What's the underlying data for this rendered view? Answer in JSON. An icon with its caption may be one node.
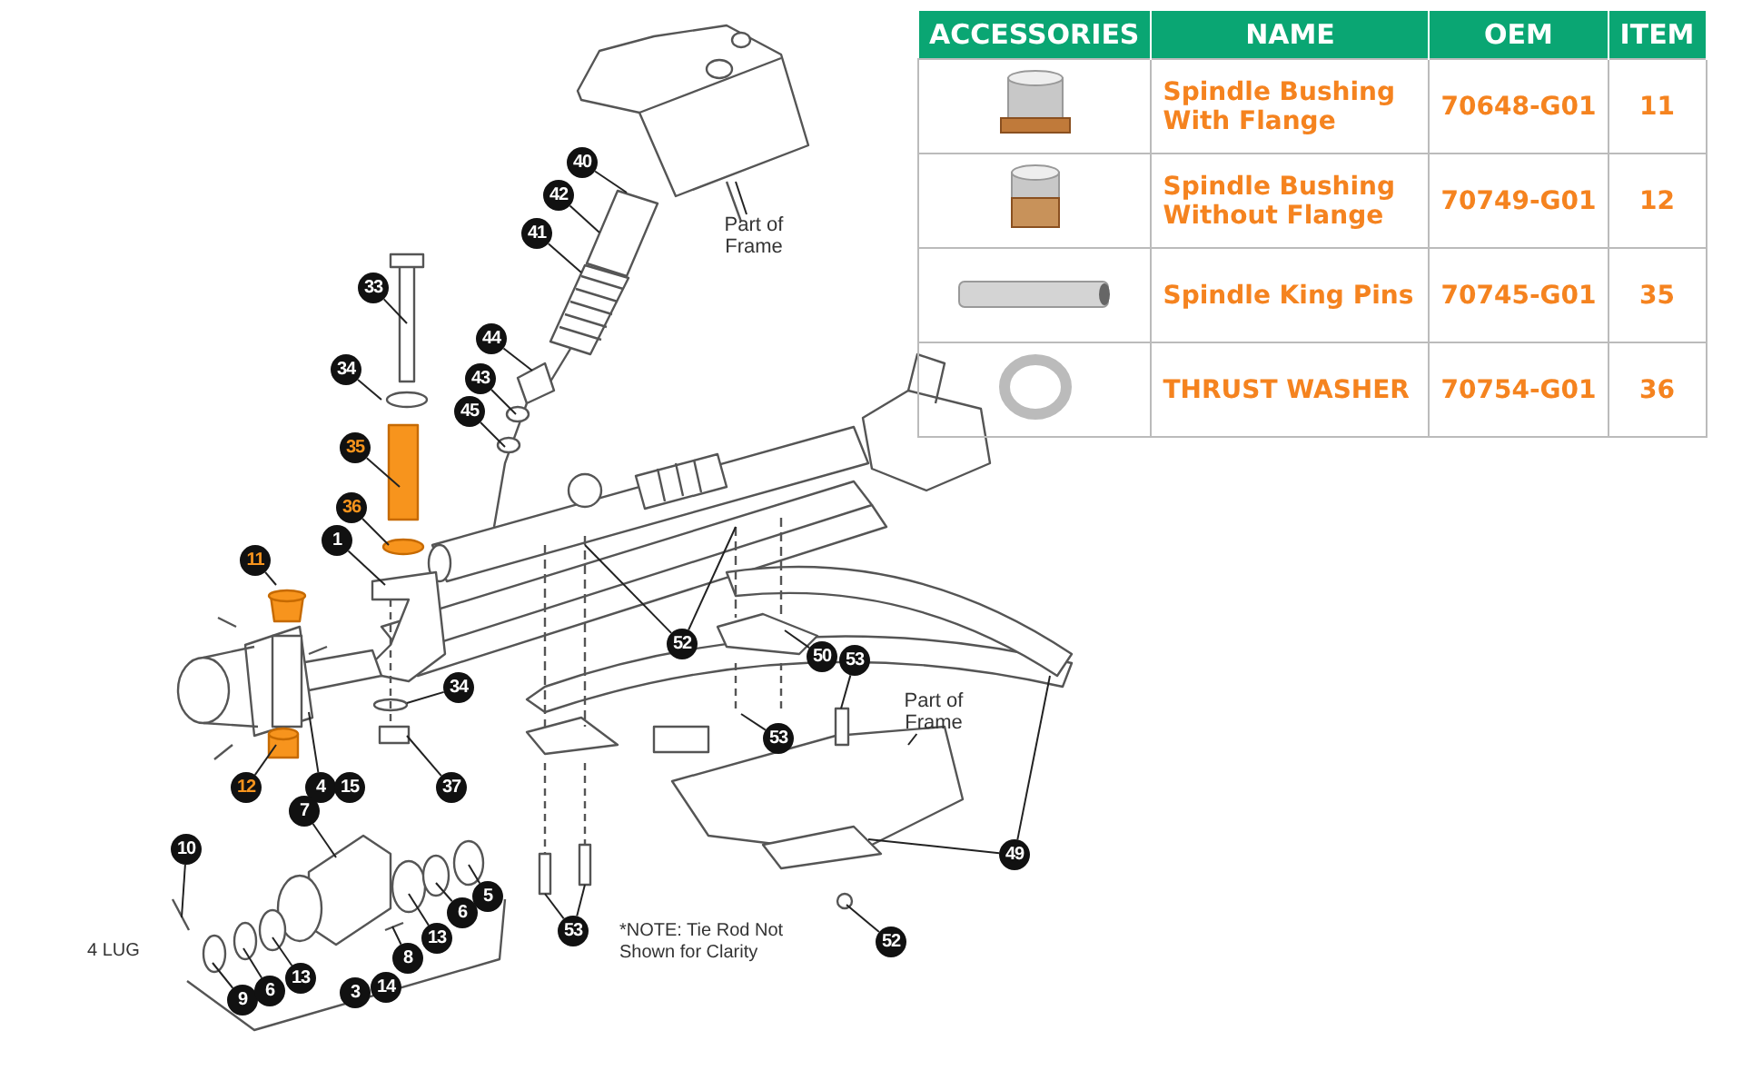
{
  "diagram": {
    "nodes": [
      {
        "text": [
          "40"
        ]
      },
      {
        "text": [
          "42"
        ]
      },
      {
        "text": [
          "41"
        ]
      },
      {
        "text": [
          "Part of Frame"
        ]
      },
      {
        "text": [
          "33"
        ]
      },
      {
        "text": [
          "34"
        ]
      },
      {
        "text": [
          "44"
        ]
      },
      {
        "text": [
          "43"
        ]
      },
      {
        "text": [
          "45"
        ]
      },
      {
        "text": [
          "35"
        ]
      },
      {
        "text": [
          "36"
        ]
      },
      {
        "text": [
          "1"
        ]
      },
      {
        "text": [
          "11"
        ]
      },
      {
        "text": [
          "52"
        ]
      },
      {
        "text": [
          "50"
        ]
      },
      {
        "text": [
          "53"
        ]
      },
      {
        "text": [
          "53"
        ]
      },
      {
        "text": [
          "Part of Frame"
        ]
      },
      {
        "text": [
          "12"
        ]
      },
      {
        "text": [
          "4"
        ]
      },
      {
        "text": [
          "34"
        ]
      },
      {
        "text": [
          "37"
        ]
      },
      {
        "text": [
          "49"
        ]
      },
      {
        "text": [
          "7"
        ]
      },
      {
        "text": [
          "10"
        ]
      },
      {
        "text": [
          "5"
        ]
      },
      {
        "text": [
          "6"
        ]
      },
      {
        "text": [
          "13"
        ]
      },
      {
        "text": [
          "8"
        ]
      },
      {
        "text": [
          "53"
        ]
      },
      {
        "text": [
          "52"
        ]
      },
      {
        "text": [
          "9"
        ]
      },
      {
        "text": [
          "6"
        ]
      },
      {
        "text": [
          "13"
        ]
      },
      {
        "text": [
          "15"
        ]
      },
      {
        "text": [
          "3"
        ]
      },
      {
        "text": [
          "14"
        ]
      }
    ],
    "edges": [
      {
        "from": 0,
        "to": null,
        "arrow": "none"
      },
      {
        "from": 1,
        "to": null,
        "arrow": "none"
      },
      {
        "from": 2,
        "to": null,
        "arrow": "none"
      },
      {
        "from": 3,
        "to": null,
        "arrow": "none"
      },
      {
        "from": 4,
        "to": null,
        "arrow": "none"
      },
      {
        "from": 5,
        "to": null,
        "arrow": "none"
      },
      {
        "from": 6,
        "to": null,
        "arrow": "none"
      },
      {
        "from": 7,
        "to": null,
        "arrow": "none"
      },
      {
        "from": 8,
        "to": null,
        "arrow": "none"
      },
      {
        "from": 9,
        "to": null,
        "arrow": "none"
      },
      {
        "from": 10,
        "to": null,
        "arrow": "none"
      },
      {
        "from": 11,
        "to": null,
        "arrow": "none"
      },
      {
        "from": 12,
        "to": null,
        "arrow": "none"
      },
      {
        "from": 13,
        "to": null,
        "arrow": "none"
      },
      {
        "from": 13,
        "to": null,
        "arrow": "none"
      },
      {
        "from": 14,
        "to": null,
        "arrow": "none"
      },
      {
        "from": 15,
        "to": null,
        "arrow": "none"
      },
      {
        "from": 16,
        "to": null,
        "arrow": "none"
      },
      {
        "from": 17,
        "to": null,
        "arrow": "none"
      },
      {
        "from": 18,
        "to": null,
        "arrow": "none"
      },
      {
        "from": 19,
        "to": null,
        "arrow": "none"
      },
      {
        "from": 20,
        "to": null,
        "arrow": "none"
      },
      {
        "from": 21,
        "to": null,
        "arrow": "none"
      },
      {
        "from": 22,
        "to": null,
        "arrow": "none"
      },
      {
        "from": 22,
        "to": null,
        "arrow": "none"
      },
      {
        "from": 23,
        "to": null,
        "arrow": "none"
      },
      {
        "from": 24,
        "to": null,
        "arrow": "none"
      },
      {
        "from": 25,
        "to": null,
        "arrow": "none"
      },
      {
        "from": 26,
        "to": null,
        "arrow": "none"
      },
      {
        "from": 27,
        "to": null,
        "arrow": "none"
      },
      {
        "from": 28,
        "to": null,
        "arrow": "none"
      },
      {
        "from": 29,
        "to": null,
        "arrow": "none"
      },
      {
        "from": 29,
        "to": null,
        "arrow": "none"
      },
      {
        "from": 30,
        "to": null,
        "arrow": "none"
      },
      {
        "from": 31,
        "to": null,
        "arrow": "none"
      },
      {
        "from": 32,
        "to": null,
        "arrow": "none"
      },
      {
        "from": 33,
        "to": null,
        "arrow": "none"
      }
    ],
    "labels": [
      "ACCESSORIES",
      "NAME",
      "OEM",
      "ITEM",
      "Spindle Bushing With Flange",
      "70648-G01",
      "11",
      "Spindle Bushing Without Flange",
      "70749-G01",
      "12",
      "Spindle King Pins",
      "70745-G01",
      "35",
      "THRUST WASHER",
      "70754-G01",
      "36",
      "4 LUG",
      "*NOTE: Tie Rod Not Shown for Clarity"
    ]
  }
}
